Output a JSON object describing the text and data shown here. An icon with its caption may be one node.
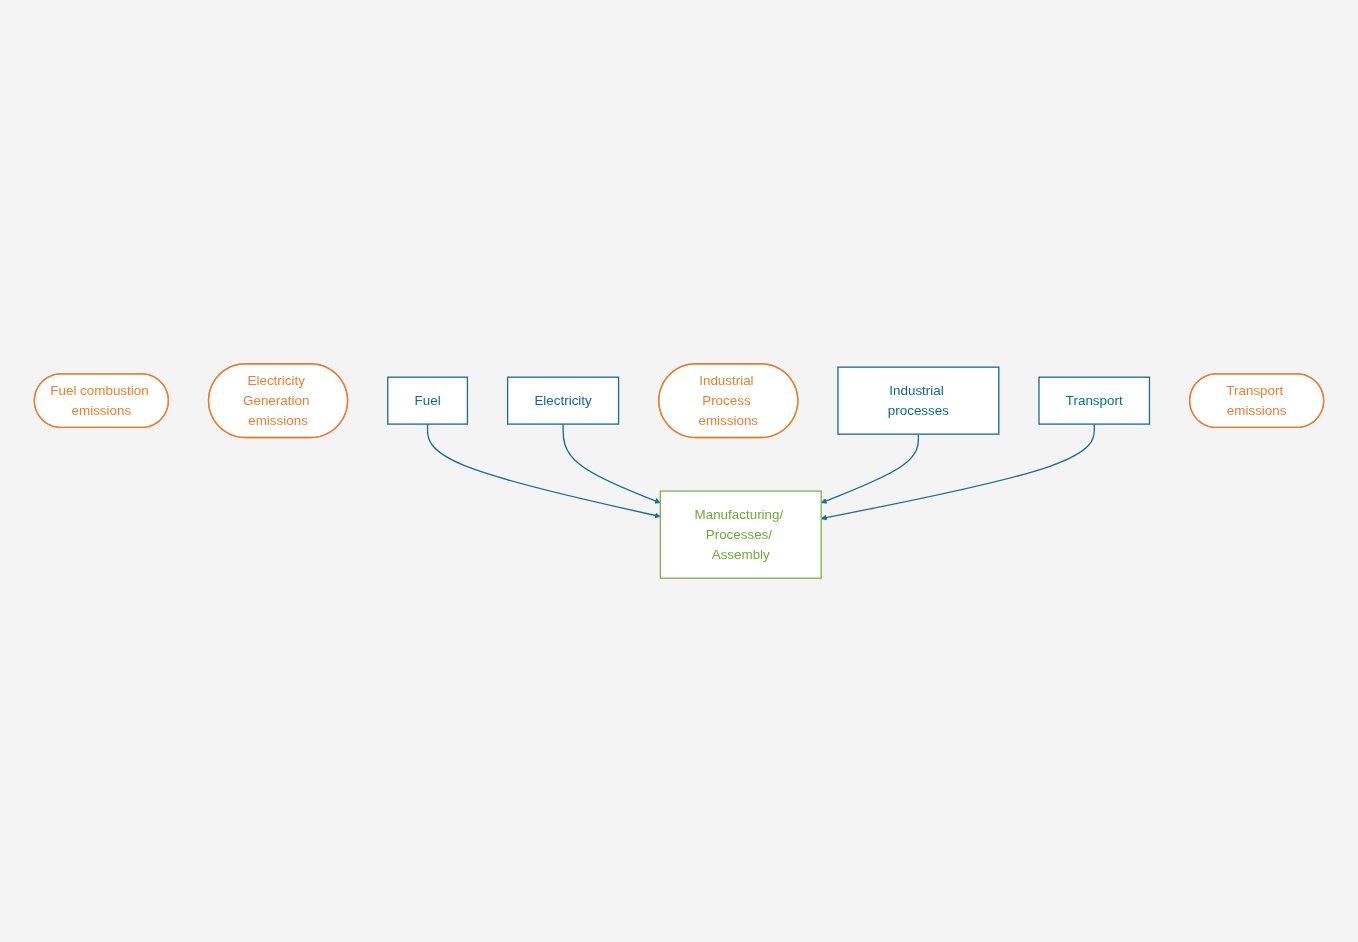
{
  "diagram": {
    "nodes": [
      {
        "text": [
          "Fuel combustion emissions"
        ]
      },
      {
        "text": [
          "Electricity Generation emissions"
        ]
      },
      {
        "text": [
          "Fuel"
        ]
      },
      {
        "text": [
          "Electricity"
        ]
      },
      {
        "text": [
          "Industrial Process emissions"
        ]
      },
      {
        "text": [
          "Industrial processes"
        ]
      },
      {
        "text": [
          "Manufacturing/ Processes/ Assembly"
        ]
      },
      {
        "text": [
          "Transport"
        ]
      },
      {
        "text": [
          "Transport emissions"
        ]
      }
    ],
    "edges": [
      {
        "from": 2,
        "to": 6,
        "arrow": "to"
      },
      {
        "from": 3,
        "to": 6,
        "arrow": "to"
      },
      {
        "from": 5,
        "to": 6,
        "arrow": "to"
      },
      {
        "from": 7,
        "to": 6,
        "arrow": "to"
      }
    ]
  }
}
